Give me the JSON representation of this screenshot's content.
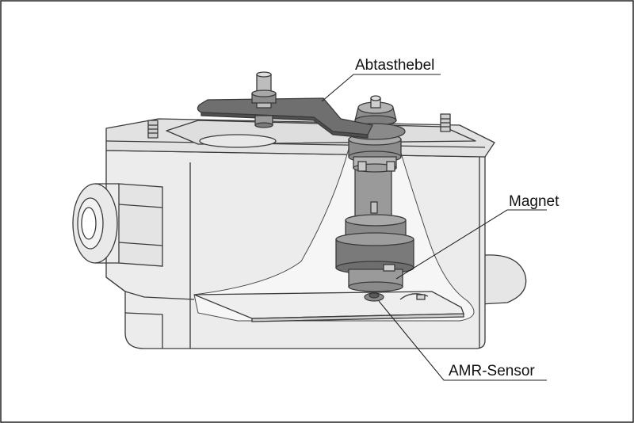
{
  "labels": {
    "lever": "Abtasthebel",
    "magnet": "Magnet",
    "sensor": "AMR-Sensor"
  },
  "colors": {
    "outline": "#3a3a3a",
    "housing": "#ececec",
    "housing_shade": "#d9d9d9",
    "cavity": "#f5f5f5",
    "metal_dark": "#6f6f6f",
    "metal_mid": "#9a9a9a",
    "metal_light": "#c4c4c4",
    "border": "#222222"
  }
}
